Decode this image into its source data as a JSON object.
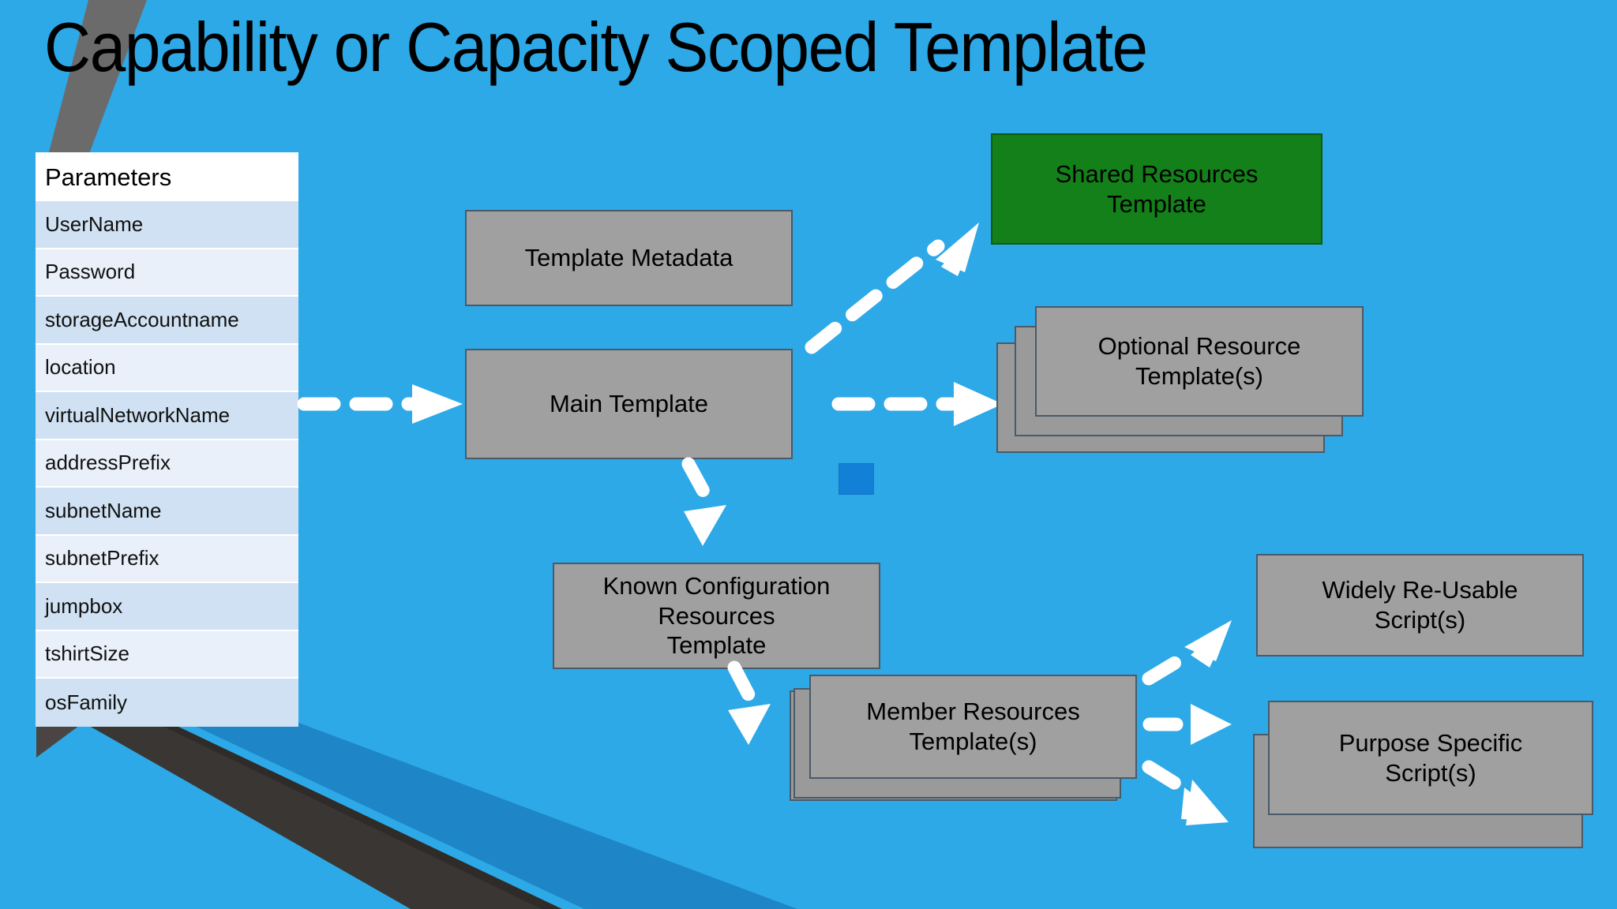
{
  "slide": {
    "title": "Capability or Capacity Scoped Template",
    "background_color": "#2da9e8",
    "accent_gray": "#a0a0a0",
    "accent_green": "#14801a",
    "accent_blue_square": "#1180d6"
  },
  "parameters_table": {
    "header": "Parameters",
    "rows": [
      "UserName",
      "Password",
      "storageAccountname",
      "location",
      "virtualNetworkName",
      "addressPrefix",
      "subnetName",
      "subnetPrefix",
      "jumpbox",
      "tshirtSize",
      "osFamily"
    ]
  },
  "nodes": {
    "template_metadata": "Template Metadata",
    "main_template": "Main Template",
    "shared_resources_template": "Shared Resources\nTemplate",
    "shared_resources_template_l1": "Shared Resources",
    "shared_resources_template_l2": "Template",
    "optional_resource_template_l1": "Optional Resource",
    "optional_resource_template_l2": "Template(s)",
    "known_configuration_l1": "Known Configuration",
    "known_configuration_l2": "Resources",
    "known_configuration_l3": "Template",
    "member_resources_l1": "Member Resources",
    "member_resources_l2": "Template(s)",
    "widely_reusable_l1": "Widely Re-Usable",
    "widely_reusable_l2": "Script(s)",
    "purpose_specific_l1": "Purpose Specific",
    "purpose_specific_l2": "Script(s)"
  },
  "connectors": [
    {
      "name": "parameters-to-main-template",
      "style": "dashed-arrow",
      "direction": "right"
    },
    {
      "name": "main-template-to-shared-resources",
      "style": "dashed-arrow",
      "direction": "up-right"
    },
    {
      "name": "main-template-to-optional",
      "style": "dashed-arrow",
      "direction": "right"
    },
    {
      "name": "main-template-to-known-config",
      "style": "dashed-arrow",
      "direction": "down"
    },
    {
      "name": "known-config-to-member-resources",
      "style": "dashed-arrow",
      "direction": "down"
    },
    {
      "name": "member-to-widely-reusable",
      "style": "dashed-arrow",
      "direction": "up-right"
    },
    {
      "name": "member-to-purpose-specific-mid",
      "style": "dashed-arrow",
      "direction": "right"
    },
    {
      "name": "member-to-purpose-specific-down",
      "style": "dashed-arrow",
      "direction": "down-right"
    }
  ]
}
